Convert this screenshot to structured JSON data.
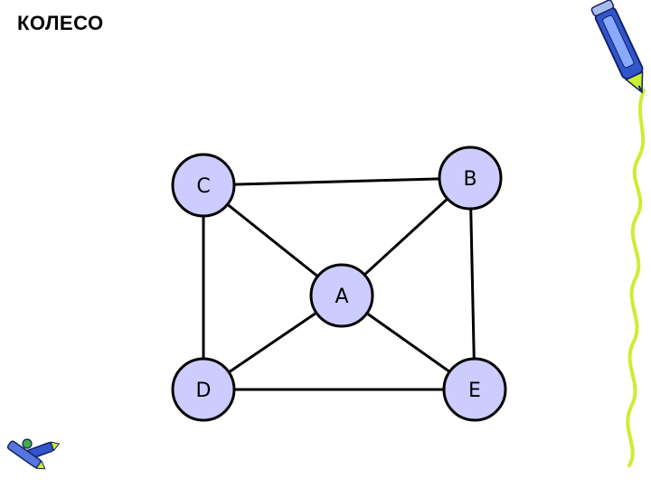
{
  "title": "КОЛЕСО",
  "node_fill": "#ccccff",
  "edge_color": "#000000",
  "nodes": [
    {
      "id": "C",
      "label": "C"
    },
    {
      "id": "B",
      "label": "B"
    },
    {
      "id": "A",
      "label": "A"
    },
    {
      "id": "D",
      "label": "D"
    },
    {
      "id": "E",
      "label": "E"
    }
  ],
  "edges": [
    [
      "C",
      "B"
    ],
    [
      "C",
      "A"
    ],
    [
      "B",
      "A"
    ],
    [
      "C",
      "D"
    ],
    [
      "B",
      "E"
    ],
    [
      "A",
      "D"
    ],
    [
      "A",
      "E"
    ],
    [
      "D",
      "E"
    ]
  ],
  "decorations": {
    "top_right": "pen-icon",
    "bottom_left": "pens-icon"
  }
}
